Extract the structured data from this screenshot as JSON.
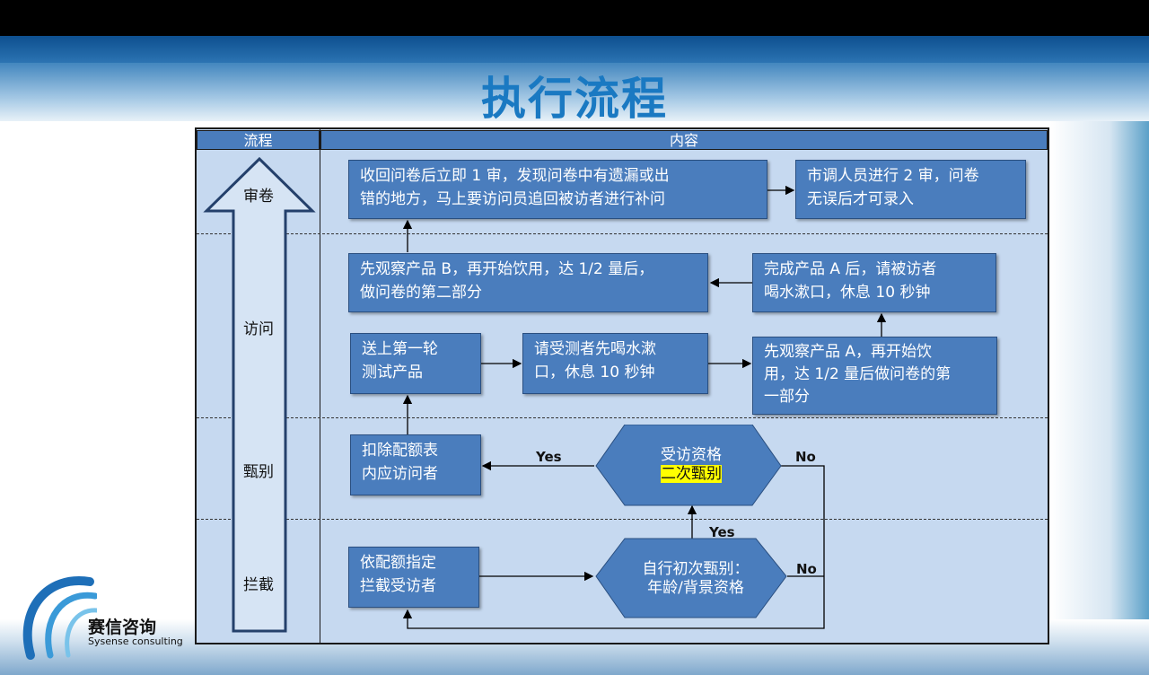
{
  "slide": {
    "title": "执行流程",
    "header": {
      "col_stage": "流程",
      "col_content": "内容"
    },
    "stages": [
      "审卷",
      "访问",
      "甄别",
      "拦截"
    ],
    "colors": {
      "box": "#4a7dbd",
      "panel": "#c6d9f0",
      "title": "#1a79c2",
      "highlight": "#ffff00"
    }
  },
  "boxes": {
    "review1": {
      "line1": "收回问卷后立即 1 审，发现问卷中有遗漏或出",
      "line2": "错的地方，马上要访问员追回被访者进行补问"
    },
    "review2": {
      "line1": "市调人员进行 2 审，问卷",
      "line2": "无误后才可录入"
    },
    "productB": {
      "line1": "先观察产品 B，再开始饮用，达 1/2 量后，",
      "line2": "做问卷的第二部分"
    },
    "rinse": {
      "line1": "完成产品 A 后，请被访者",
      "line2": "喝水漱口，休息 10 秒钟"
    },
    "send": {
      "line1": "送上第一轮",
      "line2": "测试产品"
    },
    "rinse_first": {
      "line1": "请受测者先喝水漱",
      "line2": "口，休息 10 秒钟"
    },
    "productA": {
      "line1": "先观察产品 A，再开始饮",
      "line2": "用，达 1/2 量后做问卷的第",
      "line3": "一部分"
    },
    "deduct": {
      "line1": "扣除配额表",
      "line2": "内应访问者"
    },
    "intercept": {
      "line1": "依配额指定",
      "line2": "拦截受访者"
    }
  },
  "decisions": {
    "second": {
      "line1": "受访资格",
      "line2": "二次甄别"
    },
    "first": {
      "line1": "自行初次甄别：",
      "line2": "年龄/背景资格"
    }
  },
  "labels": {
    "yes1": "Yes",
    "no1": "No",
    "yes2": "Yes",
    "no2": "No"
  },
  "logo": {
    "name": "赛信咨询",
    "sub": "Sysense consulting"
  }
}
